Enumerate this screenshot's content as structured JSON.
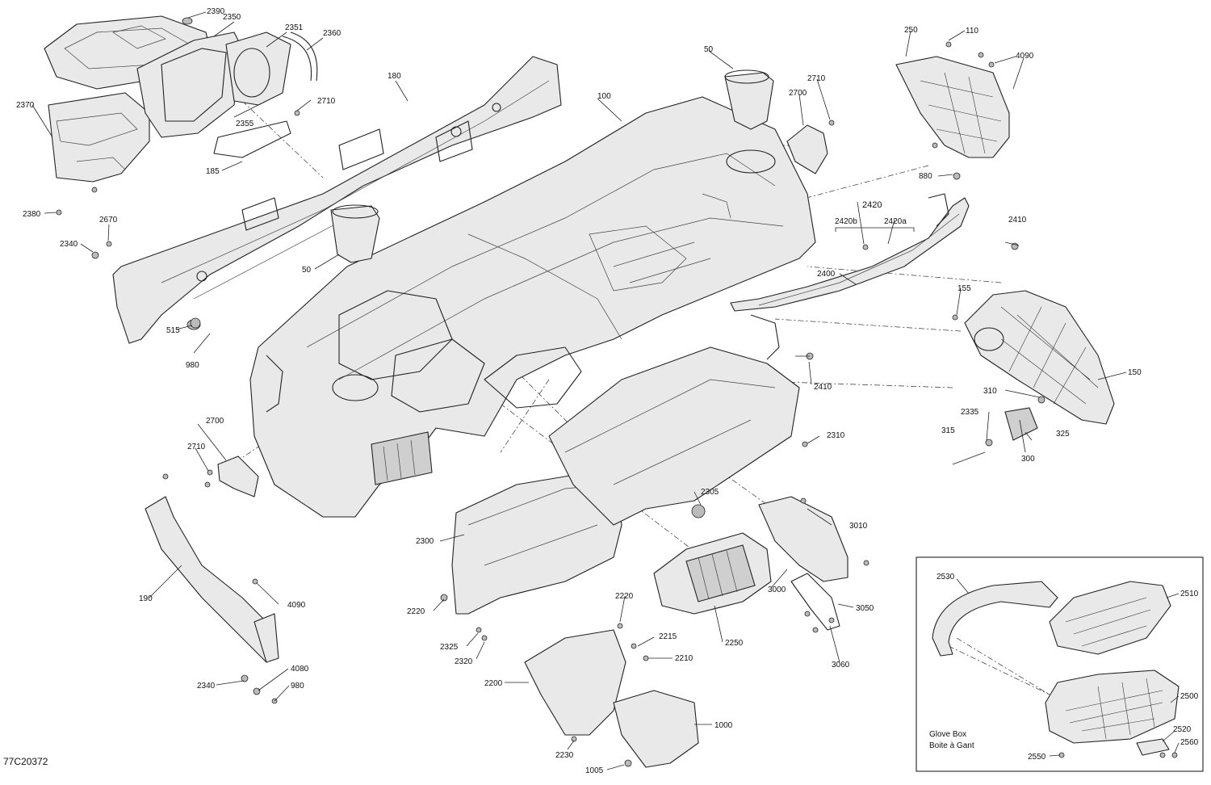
{
  "diagram_code": "77C20372",
  "inset": {
    "caption_line1": "Glove Box",
    "caption_line2": "Boite à Gant"
  },
  "callouts": {
    "c2390": "2390",
    "c2350": "2350",
    "c2351": "2351",
    "c2360": "2360",
    "c2370": "2370",
    "c2355": "2355",
    "c2710a": "2710",
    "c185": "185",
    "c180": "180",
    "c2380": "2380",
    "c2670": "2670",
    "c2340a": "2340",
    "c515": "515",
    "c980a": "980",
    "c50a": "50",
    "c50b": "50",
    "c100": "100",
    "c2700a": "2700",
    "c2710b": "2710",
    "c250": "250",
    "c110": "110",
    "c4090a": "4090",
    "c880": "880",
    "c2420": "2420",
    "c2420b": "2420b",
    "c2420a": "2420a",
    "c2410a": "2410",
    "c2400": "2400",
    "c155": "155",
    "c2410b": "2410",
    "c150": "150",
    "c310": "310",
    "c2335": "2335",
    "c315": "315",
    "c325": "325",
    "c300": "300",
    "c2310": "2310",
    "c2700b": "2700",
    "c2710c": "2710",
    "c2305": "2305",
    "c3010": "3010",
    "c2300": "2300",
    "c190": "190",
    "c4090b": "4090",
    "c3000": "3000",
    "c3050": "3050",
    "c2250": "2250",
    "c2220a": "2220",
    "c2220b": "2220",
    "c2215": "2215",
    "c2210": "2210",
    "c2325": "2325",
    "c2320": "2320",
    "c3060": "3060",
    "c4080": "4080",
    "c2340b": "2340",
    "c980b": "980",
    "c2200": "2200",
    "c1000": "1000",
    "c2230": "2230",
    "c1005": "1005",
    "c2530": "2530",
    "c2510": "2510",
    "c2500": "2500",
    "c2520": "2520",
    "c2560": "2560",
    "c2550": "2550"
  }
}
